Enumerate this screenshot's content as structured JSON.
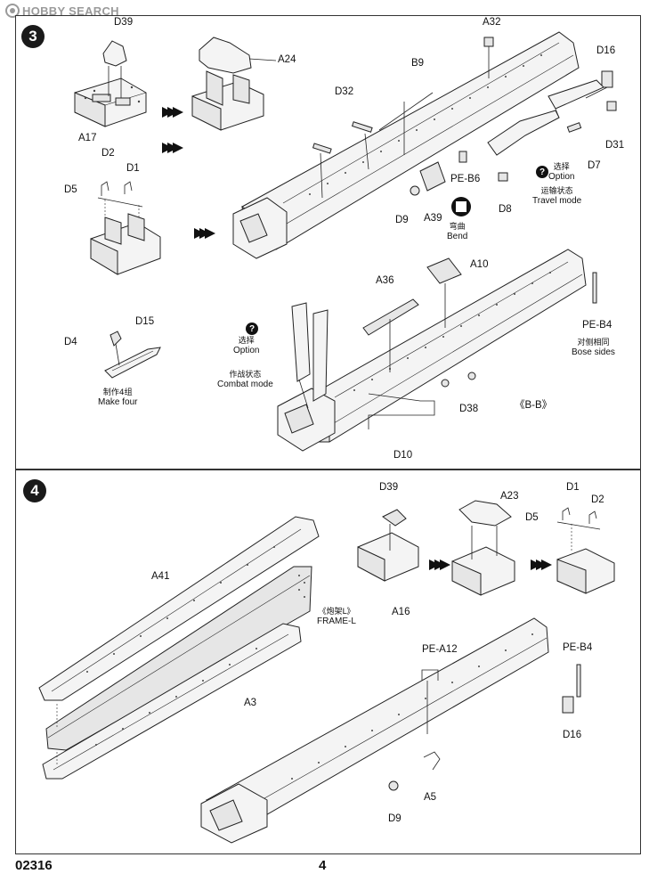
{
  "watermark": "HOBBY SEARCH",
  "footer": {
    "code": "02316",
    "page": "4"
  },
  "step3": {
    "number": "3",
    "labels": {
      "d39": "D39",
      "a24": "A24",
      "a17": "A17",
      "a32": "A32",
      "b9": "B9",
      "d32": "D32",
      "d16": "D16",
      "d31": "D31",
      "d7": "D7",
      "d2": "D2",
      "d1": "D1",
      "d5": "D5",
      "pe_b6": "PE-B6",
      "d9": "D9",
      "a39": "A39",
      "d8": "D8",
      "a10": "A10",
      "a36": "A36",
      "d15": "D15",
      "d4": "D4",
      "pe_b4": "PE-B4",
      "d38": "D38",
      "d10": "D10",
      "section": "《B-B》"
    },
    "notes": {
      "option_cn": "选择",
      "option_en": "Option",
      "travel_cn": "运输状态",
      "travel_en": "Travel mode",
      "bend_cn": "弯曲",
      "bend_en": "Bend",
      "makefour_cn": "制作4组",
      "makefour_en": "Make four",
      "combat_cn": "作战状态",
      "combat_en": "Combat mode",
      "bose_cn": "对侧相同",
      "bose_en": "Bose sides",
      "option2_cn": "选择",
      "option2_en": "Option"
    }
  },
  "step4": {
    "number": "4",
    "labels": {
      "d39": "D39",
      "a23": "A23",
      "d1": "D1",
      "d2": "D2",
      "d5": "D5",
      "a16": "A16",
      "a41": "A41",
      "frame_cn": "《炮架L》",
      "frame_en": "FRAME-L",
      "a3": "A3",
      "pe_a12": "PE-A12",
      "pe_b4": "PE-B4",
      "d16": "D16",
      "a5": "A5",
      "d9": "D9"
    }
  }
}
